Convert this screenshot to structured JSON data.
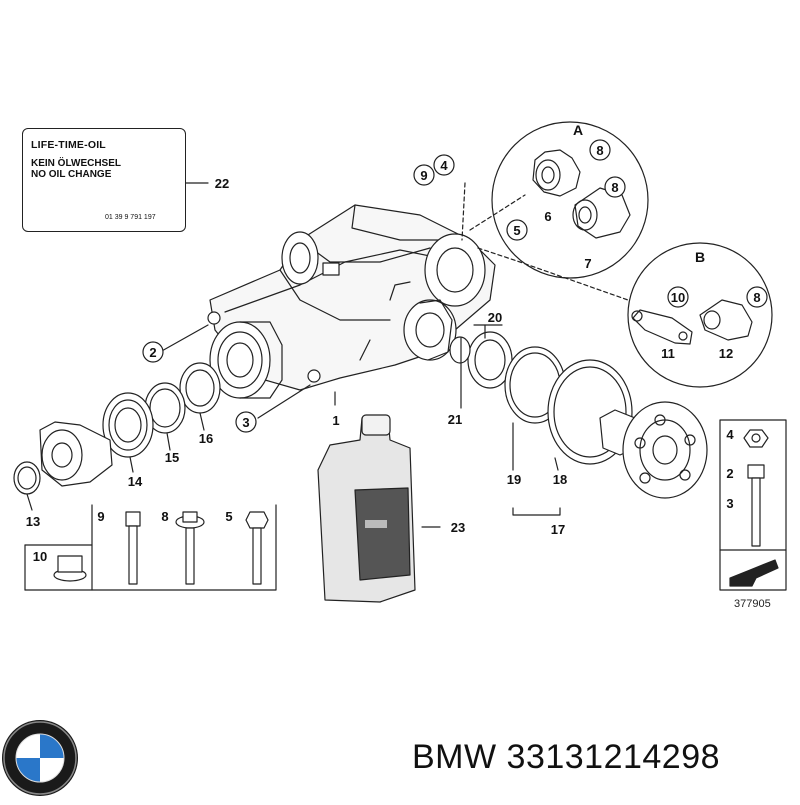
{
  "oil_label": {
    "title": "LIFE-TIME-OIL",
    "line1": "KEIN ÖLWECHSEL",
    "line2": "NO OIL CHANGE",
    "part_number": "01 39 9 791 197"
  },
  "detail_a": {
    "letter": "A"
  },
  "detail_b": {
    "letter": "B"
  },
  "callouts": {
    "c1": "1",
    "c2": "2",
    "c3": "3",
    "c4": "4",
    "c5": "5",
    "c6": "6",
    "c7": "7",
    "c8a": "8",
    "c8b": "8",
    "c8c": "8",
    "c9": "9",
    "c10": "10",
    "c11": "11",
    "c12": "12",
    "c13": "13",
    "c14": "14",
    "c15": "15",
    "c16": "16",
    "c17": "17",
    "c18": "18",
    "c19": "19",
    "c20": "20",
    "c21": "21",
    "c22": "22",
    "c23": "23",
    "c4b": "4",
    "c2b": "2",
    "c3b": "3",
    "c5b": "5"
  },
  "hardware": {
    "h9": "9",
    "h8": "8",
    "h5": "5",
    "h10": "10"
  },
  "diagram_id": "377905",
  "footer": {
    "brand_part": "BMW 33131214298"
  },
  "colors": {
    "line": "#222222",
    "bottle": "#e6e6e6",
    "bottle_label": "#555555"
  }
}
